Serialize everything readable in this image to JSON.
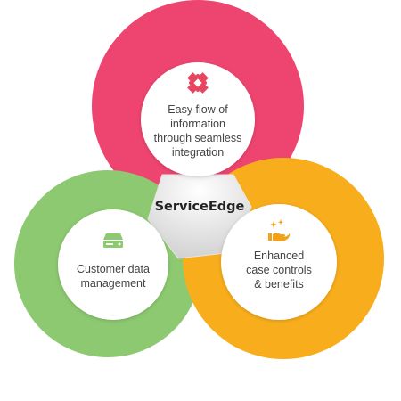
{
  "diagram": {
    "center_label": "ServiceEdge",
    "nodes": [
      {
        "lines": [
          "Easy flow of",
          "information",
          "through seamless",
          "integration"
        ],
        "icon": "puzzle-icon",
        "color": "#ee4570"
      },
      {
        "lines": [
          "Customer data",
          "management"
        ],
        "icon": "drive-icon",
        "color": "#8dc971"
      },
      {
        "lines": [
          "Enhanced",
          "case controls",
          "& benefits"
        ],
        "icon": "hand-sparkles-icon",
        "color": "#f8ae1c"
      }
    ],
    "colors": {
      "center_fill_top": "#ffffff",
      "center_fill_bottom": "#d4d4d4",
      "inner_fill": "#ffffff"
    }
  }
}
